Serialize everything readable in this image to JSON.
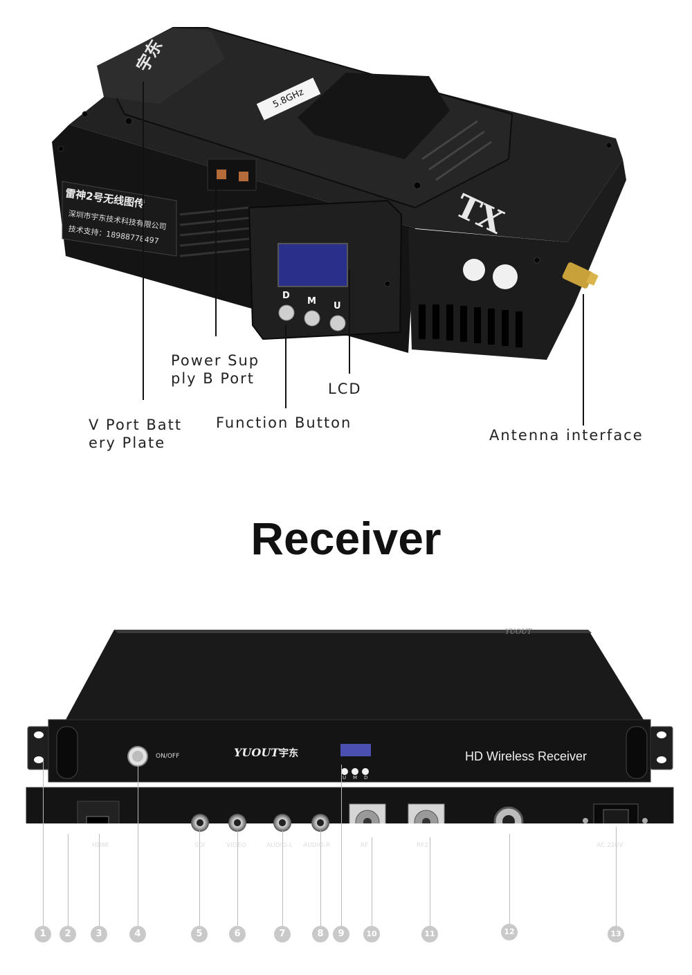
{
  "transmitter": {
    "device_label": "TX",
    "side_label_line1": "雷神2号无线图传",
    "side_label_line2": "深圳市宇东技术科技有限公司",
    "side_label_line3": "技术支持：18988778497",
    "plate_brand": "宇东",
    "plate_sticker": "5.8GHz",
    "buttons": [
      "D",
      "M",
      "U"
    ],
    "callouts": {
      "power_port": "Power Sup\nply B Port",
      "lcd": "LCD",
      "battery_plate": "V Port Batt\nery Plate",
      "function_button": "Function Button",
      "antenna": "Antenna interface"
    }
  },
  "section_title": "Receiver",
  "receiver": {
    "on_off_label": "ON/OFF",
    "brand": "YUOUT",
    "brand_cn": "宇东",
    "model_text": "HD Wireless Receiver",
    "led_labels": [
      "U",
      "M",
      "D"
    ],
    "top_brand": "YUOUT",
    "port_labels": [
      "HDMI",
      "SDI",
      "VIDEO",
      "AUDIO-L",
      "AUDIO-R",
      "RF",
      "RF2",
      "AC 220V"
    ],
    "numbers": [
      "1",
      "2",
      "3",
      "4",
      "5",
      "6",
      "7",
      "8",
      "9",
      "10",
      "11",
      "12",
      "13"
    ]
  }
}
